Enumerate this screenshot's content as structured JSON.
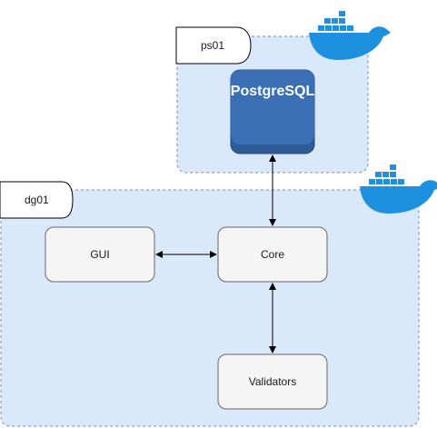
{
  "colors": {
    "container_fill": "#dae8fc",
    "container_stroke": "#6c8ebf",
    "node_fill": "#f5f5f5",
    "node_stroke": "#666666",
    "postgres_fill": "#2f5b96",
    "postgres_top": "#3a6fb5",
    "docker_blue": "#1d91e0",
    "arrow": "#000000"
  },
  "containers": {
    "ps01": {
      "label": "ps01",
      "icon": "docker-icon"
    },
    "dg01": {
      "label": "dg01",
      "icon": "docker-icon"
    }
  },
  "nodes": {
    "postgres": {
      "label": "PostgreSQL",
      "icon": "postgresql-icon"
    },
    "gui": {
      "label": "GUI"
    },
    "core": {
      "label": "Core"
    },
    "validators": {
      "label": "Validators"
    }
  },
  "connections": [
    {
      "from": "gui",
      "to": "core",
      "direction": "both"
    },
    {
      "from": "core",
      "to": "postgres",
      "direction": "both"
    },
    {
      "from": "core",
      "to": "validators",
      "direction": "both"
    }
  ]
}
